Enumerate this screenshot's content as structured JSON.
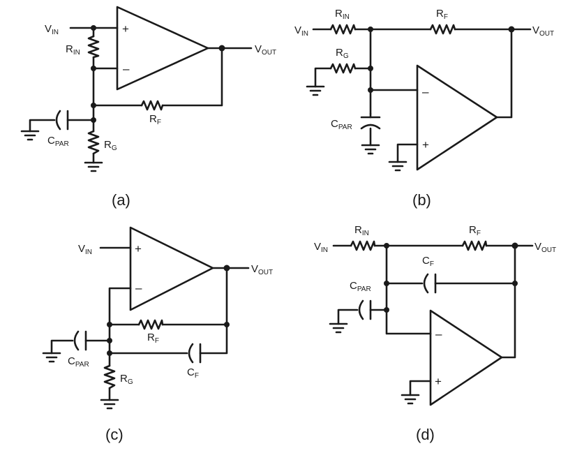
{
  "labels": {
    "vin": {
      "main": "V",
      "sub": "IN"
    },
    "vout": {
      "main": "V",
      "sub": "OUT"
    },
    "rin": {
      "main": "R",
      "sub": "IN"
    },
    "rf": {
      "main": "R",
      "sub": "F"
    },
    "rg": {
      "main": "R",
      "sub": "G"
    },
    "cpar": {
      "main": "C",
      "sub": "PAR"
    },
    "cf": {
      "main": "C",
      "sub": "F"
    },
    "plus": "+",
    "minus": "–"
  },
  "captions": [
    "(a)",
    "(b)",
    "(c)",
    "(d)"
  ]
}
